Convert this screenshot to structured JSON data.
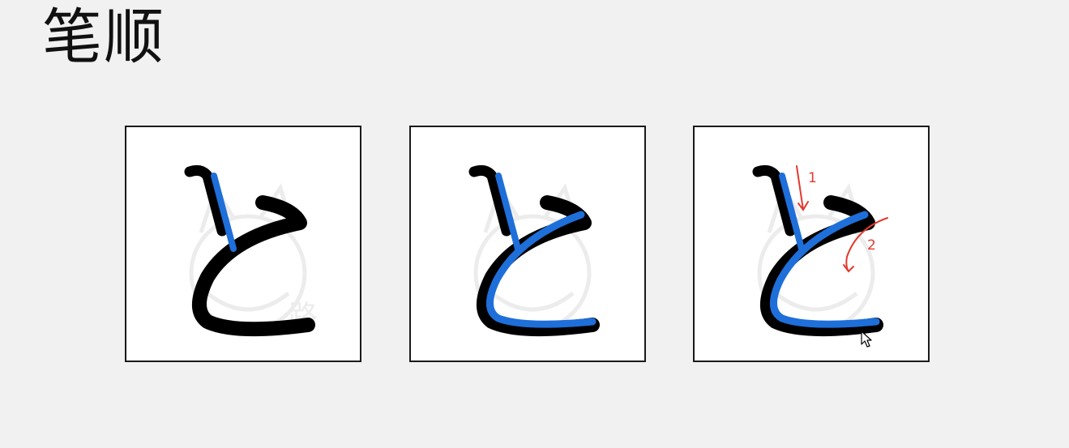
{
  "slide": {
    "title": "笔顺"
  },
  "panels": [
    {
      "id": "stroke-1",
      "highlighted_strokes": 1
    },
    {
      "id": "stroke-2",
      "highlighted_strokes": 2
    },
    {
      "id": "annotated",
      "highlighted_strokes": 2
    }
  ],
  "annotations": {
    "stroke_numbers": [
      "1",
      "2"
    ],
    "color": "#e23a2e"
  },
  "colors": {
    "background": "#f1f1f1",
    "glyph_shadow": "#000000",
    "stroke_highlight": "#1e6fd9",
    "watermark": "#ececec"
  },
  "icons": {
    "cursor": "arrow-cursor-icon"
  }
}
